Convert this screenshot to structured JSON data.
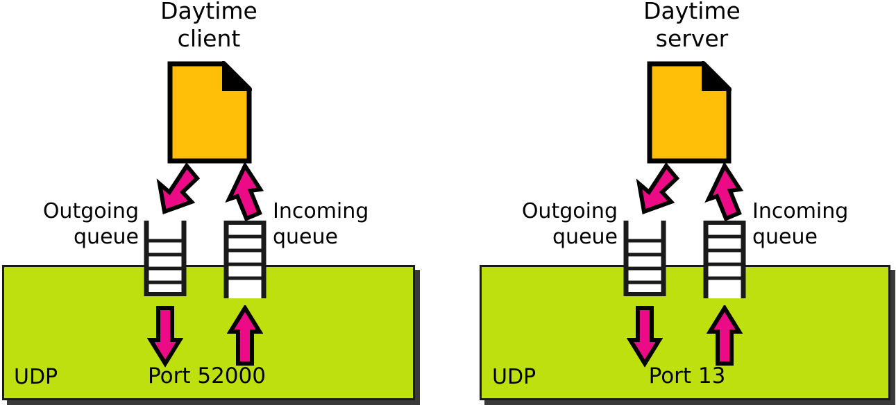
{
  "figure": {
    "title": "UDP Daytime client-server port and queue diagram",
    "colors": {
      "document_fill": "#FFBE08",
      "document_fold": "#000000",
      "transport_fill": "#BEE00F",
      "arrow_fill": "#ED0A86",
      "outline": "#000000",
      "shadow": "#3A3A3A",
      "background": "#FFFFFF"
    }
  },
  "client": {
    "title": "Daytime\nclient",
    "document_icon": "document-icon",
    "outgoing_queue": {
      "label": "Outgoing\nqueue",
      "slots": 5,
      "open_end": "top"
    },
    "incoming_queue": {
      "label": "Incoming\nqueue",
      "slots": 5,
      "open_end": "bottom"
    },
    "transport": {
      "protocol_label": "UDP",
      "port_label": "Port 52000"
    },
    "arrows": {
      "doc_to_outgoing": "arrow-down-left",
      "incoming_to_doc": "arrow-up-right",
      "outgoing_to_port": "arrow-down",
      "port_to_incoming": "arrow-up"
    }
  },
  "server": {
    "title": "Daytime\nserver",
    "document_icon": "document-icon",
    "outgoing_queue": {
      "label": "Outgoing\nqueue",
      "slots": 5,
      "open_end": "top"
    },
    "incoming_queue": {
      "label": "Incoming\nqueue",
      "slots": 5,
      "open_end": "bottom"
    },
    "transport": {
      "protocol_label": "UDP",
      "port_label": "Port 13"
    },
    "arrows": {
      "doc_to_outgoing": "arrow-down-left",
      "incoming_to_doc": "arrow-up-right",
      "outgoing_to_port": "arrow-down",
      "port_to_incoming": "arrow-up"
    }
  }
}
